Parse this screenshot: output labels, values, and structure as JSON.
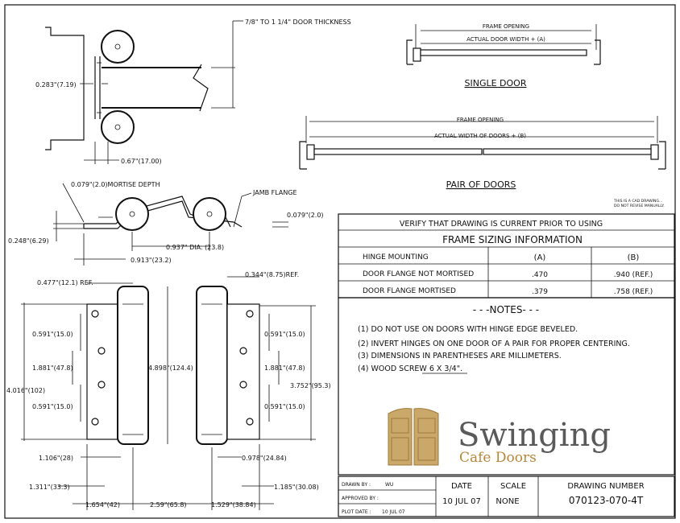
{
  "side_view": {
    "door_thickness": "7/8\" TO 1 1/4\" DOOR THICKNESS",
    "dim_offset": "0.283\"(7.19)",
    "dim_flange": "0.67\"(17.00)"
  },
  "single_door": {
    "frame_opening": "FRAME OPENING",
    "actual_width": "ACTUAL DOOR WIDTH + (A)",
    "title": "SINGLE DOOR"
  },
  "pair_doors": {
    "frame_opening": "FRAME OPENING",
    "actual_width": "ACTUAL WIDTH OF DOORS + (B)",
    "title": "PAIR OF DOORS"
  },
  "cad_note": {
    "line1": "THIS IS A CAD DRAWING...",
    "line2": "DO NOT REVISE MANUALLY."
  },
  "top_view": {
    "mortise_depth": "0.079\"(2.0)MORTISE DEPTH",
    "jamb_flange": "JAMB FLANGE",
    "dim_right": "0.079\"(2.0)",
    "dim_height": "0.248\"(6.29)",
    "dim_dia": "0.937\"  DIA. (23.8)",
    "dim_913": "0.913\"(23.2)"
  },
  "front_view": {
    "ref_left": "0.477\"(12.1) REF.",
    "ref_right": "0.344\"(8.75)REF.",
    "l_591a": "0.591\"(15.0)",
    "l_1881": "1.881\"(47.8)",
    "l_591b": "0.591\"(15.0)",
    "l_4016": "4.016\"(102)",
    "l_4898": "4.898\"(124.4)",
    "r_591a": "0.591\"(15.0)",
    "r_1881": "1.881\"(47.8)",
    "r_3752": "3.752\"(95.3)",
    "r_591b": "0.591\"(15.0)",
    "b_1106": "1.106\"(28)",
    "b_978": "0.978\"(24.84)",
    "b_1311": "1.311\"(33.3)",
    "b_1185": "1.185\"(30.08)",
    "b_1654": "1.654\"(42)",
    "b_259": "2.59\"(65.8)",
    "b_1529": "1.529\"(38.84)"
  },
  "table": {
    "verify": "VERIFY THAT DRAWING IS CURRENT PRIOR TO USING",
    "title": "FRAME SIZING INFORMATION",
    "header": [
      "HINGE MOUNTING",
      "(A)",
      "(B)"
    ],
    "rows": [
      [
        "DOOR FLANGE NOT MORTISED",
        ".470",
        ".940 (REF.)"
      ],
      [
        "DOOR FLANGE MORTISED",
        ".379",
        ".758 (REF.)"
      ]
    ]
  },
  "notes": {
    "title": "- - -NOTES- - -",
    "items": [
      "(1) DO NOT USE ON DOORS WITH HINGE EDGE BEVELED.",
      "(2) INVERT HINGES ON ONE DOOR OF A PAIR FOR PROPER CENTERING.",
      "(3) DIMENSIONS IN PARENTHESES ARE MILLIMETERS.",
      "(4) WOOD SCREW  6 X 3/4\"."
    ]
  },
  "logo": {
    "name": "Swinging",
    "sub": "Cafe Doors"
  },
  "title_block": {
    "drawn_by_label": "DRAWN BY  :",
    "drawn_by": "WU",
    "approved_label": "APPROVED BY :",
    "plot_label": "PLOT DATE  :",
    "plot_date": "10 JUL 07",
    "date_label": "DATE",
    "date": "10 JUL 07",
    "scale_label": "SCALE",
    "scale": "NONE",
    "dwg_label": "DRAWING NUMBER",
    "dwg_no": "070123-070-4T"
  },
  "colors": {
    "logo_tan": "#c9a86a",
    "logo_brown": "#a07a3c",
    "logo_text": "#5a5a5a",
    "logo_sub": "#b8863a"
  }
}
